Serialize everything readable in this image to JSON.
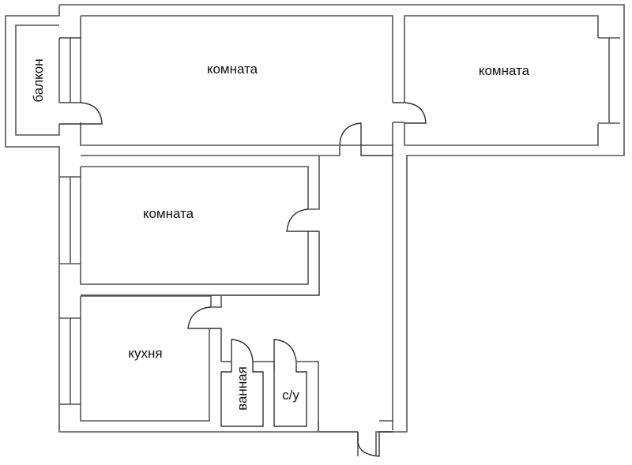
{
  "plan": {
    "type": "apartment-floor-plan",
    "rooms": {
      "balcony": "балкон",
      "room_top_left": "комната",
      "room_top_right": "комната",
      "room_middle": "комната",
      "kitchen": "кухня",
      "bathroom": "ванная",
      "toilet": "с/у"
    }
  },
  "colors": {
    "wall": "#555555",
    "background": "#ffffff",
    "text": "#111111"
  }
}
